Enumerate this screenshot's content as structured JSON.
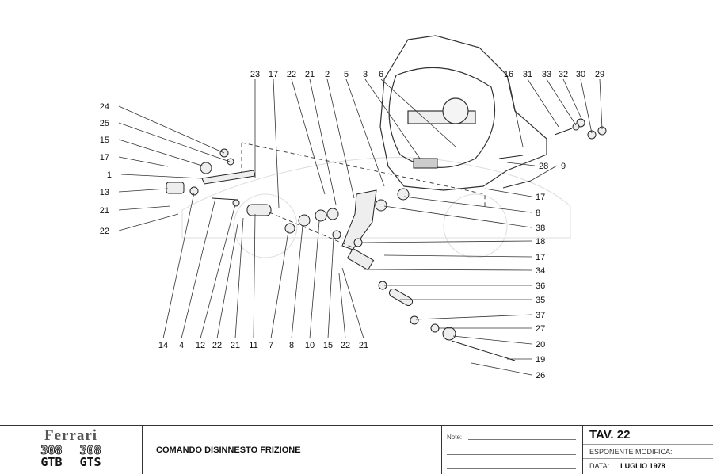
{
  "diagram": {
    "labels": [
      "23",
      "17",
      "22",
      "21",
      "2",
      "5",
      "3",
      "6",
      "16",
      "31",
      "33",
      "32",
      "30",
      "29",
      "24",
      "25",
      "15",
      "17",
      "1",
      "13",
      "21",
      "22",
      "14",
      "4",
      "12",
      "22",
      "21",
      "11",
      "7",
      "8",
      "10",
      "15",
      "22",
      "21",
      "28",
      "9",
      "17",
      "8",
      "38",
      "18",
      "17",
      "34",
      "36",
      "35",
      "37",
      "27",
      "20",
      "19",
      "26"
    ]
  },
  "title_block": {
    "brand": "Ferrari",
    "model_1_num": "308",
    "model_1_name": "GTB",
    "model_2_num": "308",
    "model_2_name": "GTS",
    "title": "COMANDO DISINNESTO FRIZIONE",
    "notes_label": "Note:",
    "table": "TAV. 22",
    "revision_label": "ESPONENTE MODIFICA:",
    "date_label": "DATA:",
    "date_value": "LUGLIO 1978"
  }
}
